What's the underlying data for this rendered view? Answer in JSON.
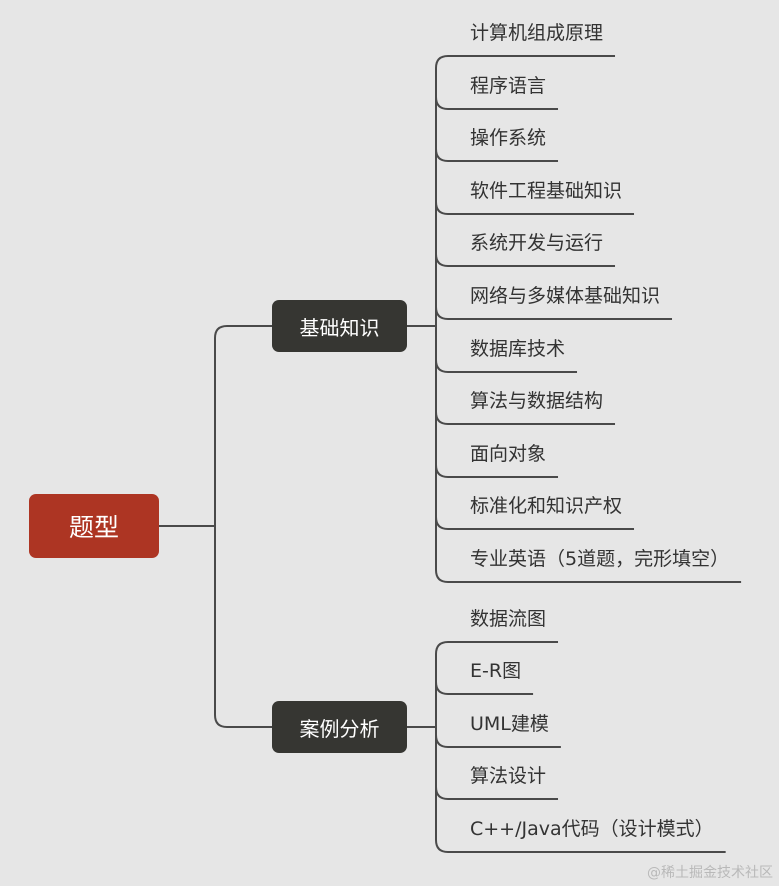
{
  "colors": {
    "background": "#e6e6e6",
    "root_fill": "#ad3523",
    "branch_fill": "#363632",
    "line": "#4a4a4a",
    "leaf_text": "#333333"
  },
  "root": {
    "label": "题型"
  },
  "branches": [
    {
      "label": "基础知识",
      "children": [
        "计算机组成原理",
        "程序语言",
        "操作系统",
        "软件工程基础知识",
        "系统开发与运行",
        "网络与多媒体基础知识",
        "数据库技术",
        "算法与数据结构",
        "面向对象",
        "标准化和知识产权",
        "专业英语（5道题，完形填空）"
      ]
    },
    {
      "label": "案例分析",
      "children": [
        "数据流图",
        "E-R图",
        "UML建模",
        "算法设计",
        "C++/Java代码（设计模式）"
      ]
    }
  ],
  "watermark": "@稀土掘金技术社区"
}
